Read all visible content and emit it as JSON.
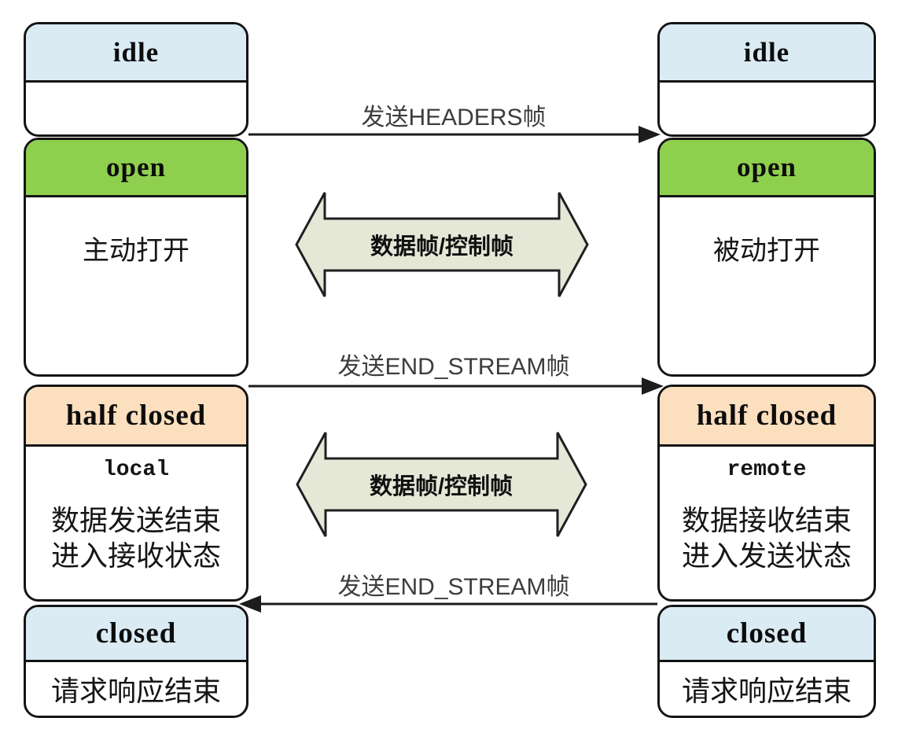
{
  "states": {
    "left": {
      "idle": {
        "title": "idle"
      },
      "open": {
        "title": "open",
        "body": "主动打开"
      },
      "half_closed": {
        "title": "half closed",
        "subtitle": "local",
        "line1": "数据发送结束",
        "line2": "进入接收状态"
      },
      "closed": {
        "title": "closed",
        "body": "请求响应结束"
      }
    },
    "right": {
      "idle": {
        "title": "idle"
      },
      "open": {
        "title": "open",
        "body": "被动打开"
      },
      "half_closed": {
        "title": "half closed",
        "subtitle": "remote",
        "line1": "数据接收结束",
        "line2": "进入发送状态"
      },
      "closed": {
        "title": "closed",
        "body": "请求响应结束"
      }
    }
  },
  "transitions": {
    "send_headers": "发送HEADERS帧",
    "send_end_stream_top": "发送END_STREAM帧",
    "send_end_stream_bottom": "发送END_STREAM帧",
    "frames_top": "数据帧/控制帧",
    "frames_bottom": "数据帧/控制帧"
  },
  "colors": {
    "idle_header": "#daebf4",
    "open_header": "#8ed04e",
    "half_closed_header": "#fcdfbe",
    "closed_header": "#daebf4",
    "arrow_fill": "#e6e8d7",
    "border": "#141414"
  }
}
